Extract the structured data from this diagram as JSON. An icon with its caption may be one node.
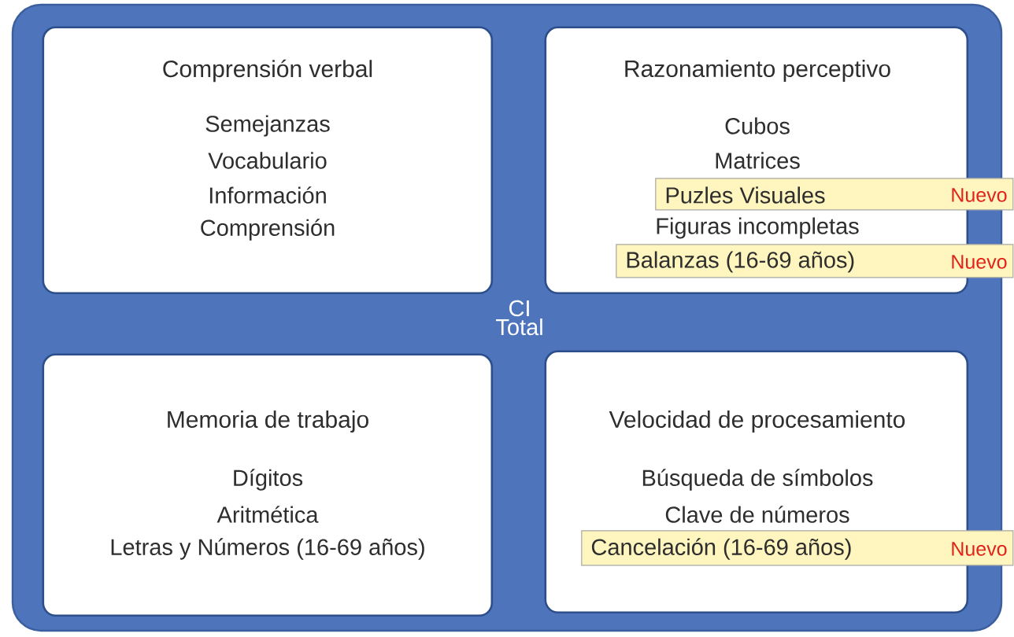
{
  "diagram": {
    "nodes": [
      {
        "text": [
          "CI Total"
        ]
      },
      {
        "text": [
          "Comprensión verbal",
          "Semejanzas",
          "Vocabulario",
          "Información",
          "Comprensión"
        ],
        "in": 0
      },
      {
        "text": [
          "Razonamiento perceptivo",
          "Cubos",
          "Matrices",
          "Figuras incompletas"
        ],
        "in": 0
      },
      {
        "text": [
          "Puzles Visuales",
          "Nuevo"
        ],
        "in": 0
      },
      {
        "text": [
          "Balanzas (16-69 años)",
          "Nuevo"
        ],
        "in": 0
      },
      {
        "text": [
          "Memoria de trabajo",
          "Dígitos",
          "Aritmética",
          "Letras y Números (16-69 años)"
        ],
        "in": 0
      },
      {
        "text": [
          "Velocidad de procesamiento",
          "Búsqueda de símbolos",
          "Clave de números"
        ],
        "in": 0
      },
      {
        "text": [
          "Cancelación (16-69 años)",
          "Nuevo"
        ],
        "in": 0
      }
    ]
  }
}
